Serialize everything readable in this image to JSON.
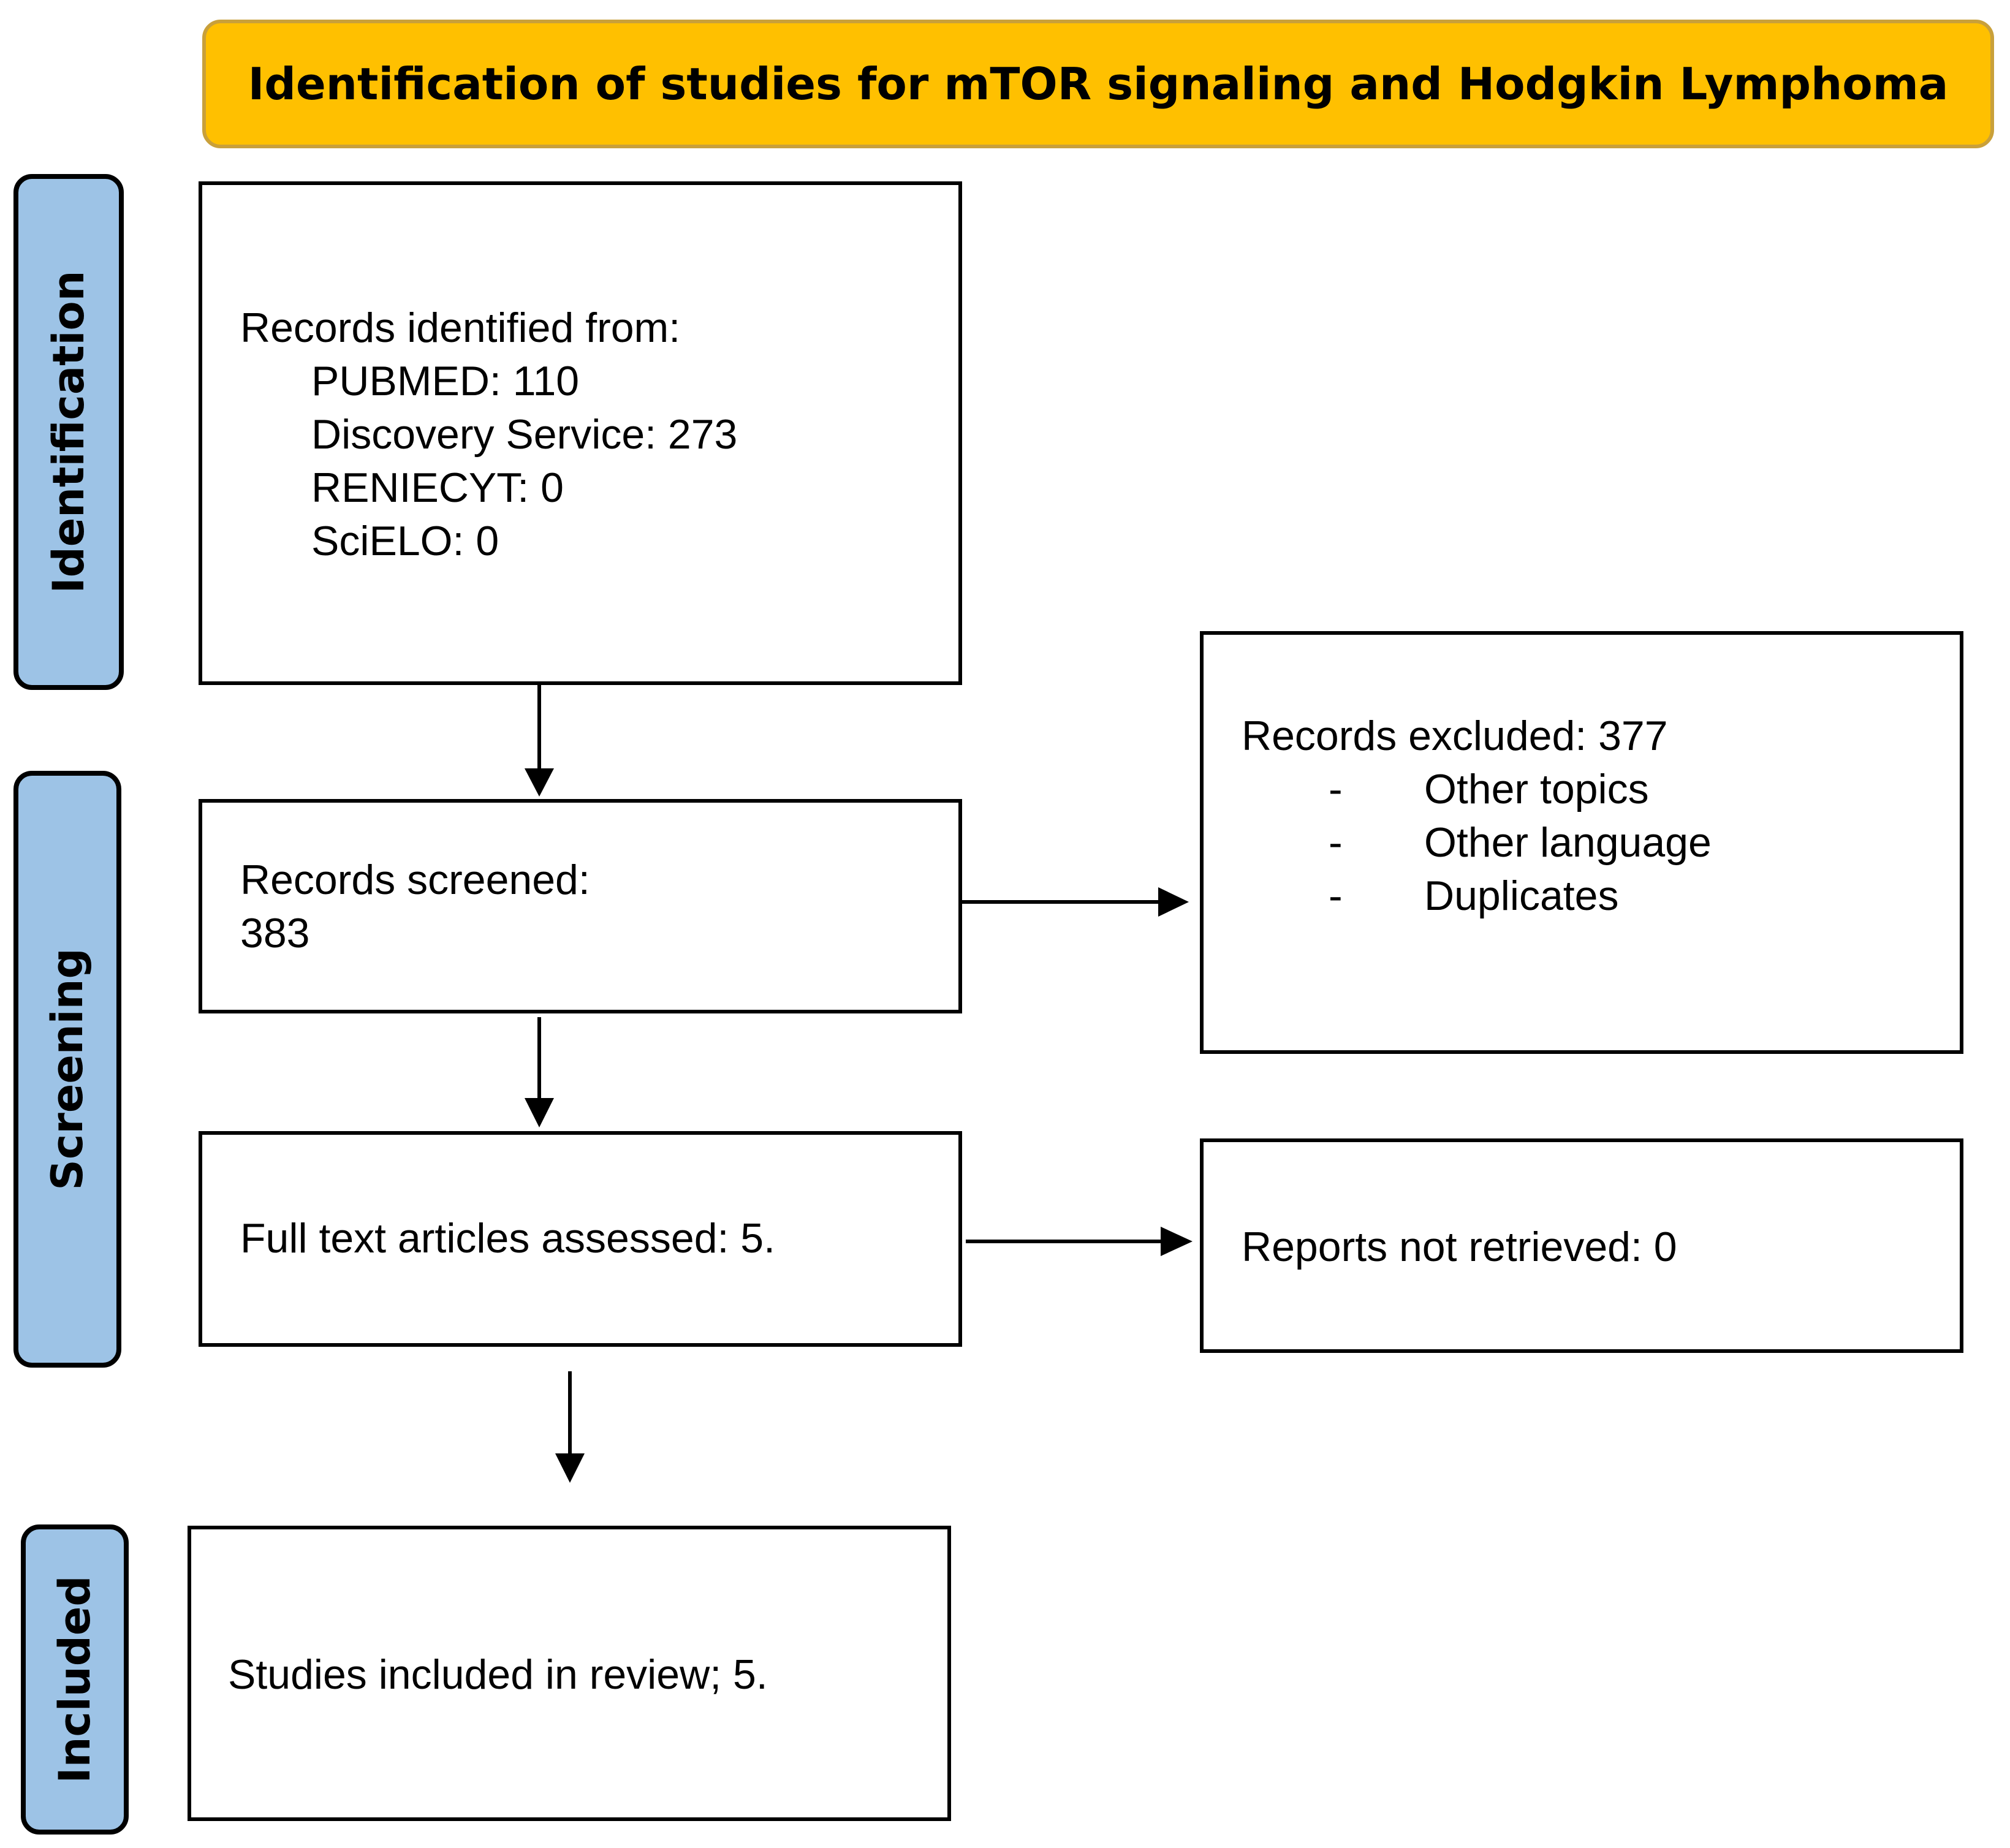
{
  "title": "Identification of studies for mTOR signaling and Hodgkin Lymphoma",
  "colors": {
    "banner": "#ffc000",
    "stage": "#9dc3e6",
    "stroke": "#000000"
  },
  "stages": {
    "identification": "Identification",
    "screening": "Screening",
    "included": "Included"
  },
  "identified": {
    "heading": "Records identified from:",
    "sources": [
      "PUBMED: 110",
      "Discovery Service: 273",
      "RENIECYT: 0",
      "SciELO: 0"
    ]
  },
  "screened": {
    "label": "Records screened:",
    "value": "383"
  },
  "excluded": {
    "heading": "Records excluded: 377",
    "bullet": "-",
    "reasons": [
      "Other topics",
      "Other language",
      "Duplicates"
    ]
  },
  "assessed": "Full text articles assessed: 5.",
  "not_retrieved": "Reports not retrieved: 0",
  "included_text": "Studies included in review; 5."
}
